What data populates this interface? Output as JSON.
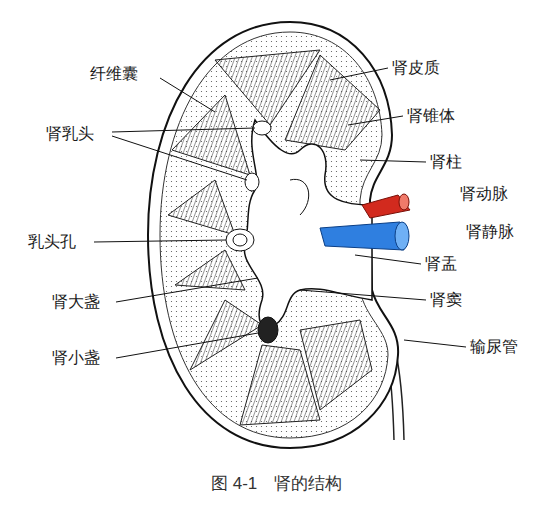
{
  "diagram": {
    "caption": "图 4-1　肾的结构",
    "labels": [
      "纤维囊",
      "肾皮质",
      "肾乳头",
      "肾锥体",
      "肾柱",
      "肾动脉",
      "乳头孔",
      "肾静脉",
      "肾盂",
      "肾大盏",
      "肾窦",
      "输尿管",
      "肾小盏"
    ]
  }
}
